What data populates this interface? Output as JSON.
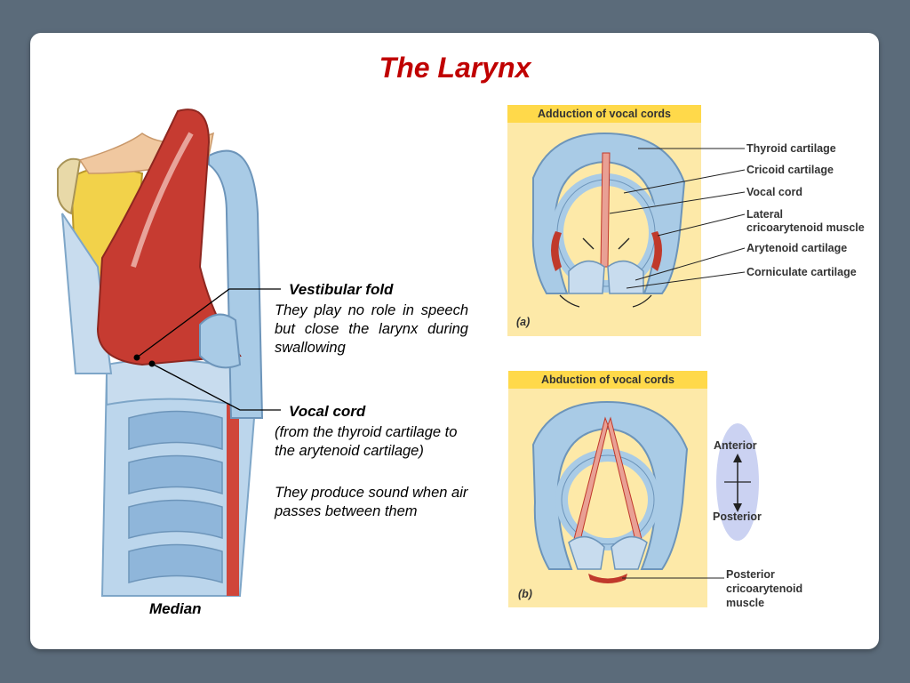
{
  "title": "The Larynx",
  "median_view": {
    "caption": "Median",
    "vestibular_fold": {
      "heading": "Vestibular fold",
      "description": "They play no role in speech but close the larynx during swallowing"
    },
    "vocal_cord": {
      "heading": "Vocal cord",
      "detail": "(from the thyroid cartilage to the arytenoid cartilage)",
      "description": "They produce sound when air passes between them"
    }
  },
  "panel_a": {
    "title": "Adduction of vocal cords",
    "letter": "(a)",
    "labels": {
      "thyroid": "Thyroid cartilage",
      "cricoid": "Cricoid cartilage",
      "vocal": "Vocal cord",
      "lateral_line1": "Lateral",
      "lateral_line2": "cricoarytenoid muscle",
      "arytenoid": "Arytenoid cartilage",
      "corniculate": "Corniculate cartilage"
    }
  },
  "panel_b": {
    "title": "Abduction of vocal cords",
    "letter": "(b)",
    "orientation": {
      "anterior": "Anterior",
      "posterior": "Posterior"
    },
    "labels": {
      "posterior_line1": "Posterior",
      "posterior_line2": "cricoarytenoid",
      "posterior_line3": "muscle"
    }
  },
  "colors": {
    "background": "#5b6b7a",
    "title": "#c00000",
    "cartilage": "#a9cbe6",
    "muscle": "#c0392b",
    "fat": "#f2d24a",
    "panel_header": "#ffd94a",
    "panel_bg": "#fde9a8"
  }
}
